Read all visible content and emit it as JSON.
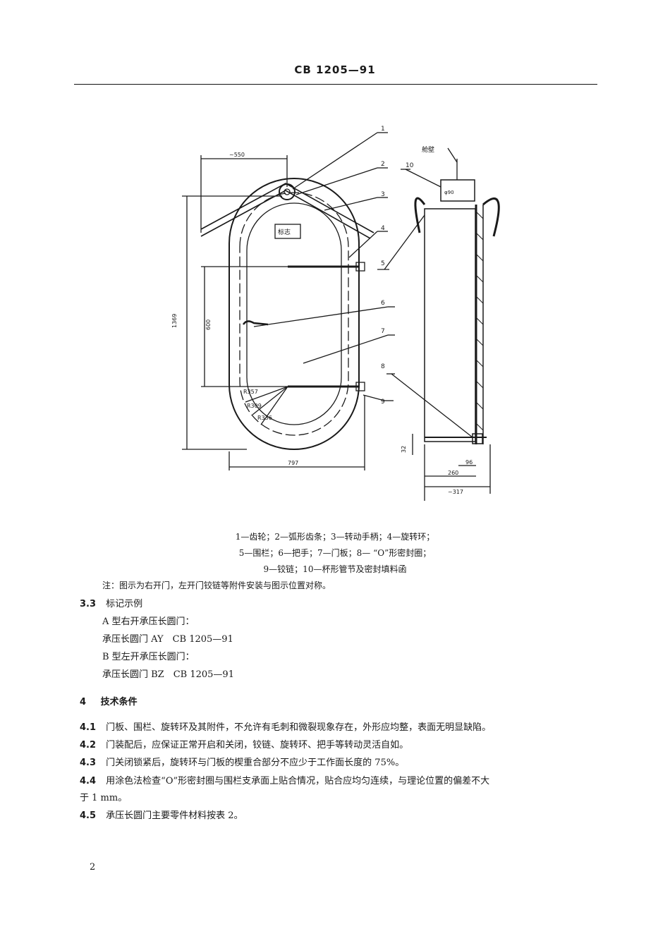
{
  "header": {
    "code": "CB 1205—91"
  },
  "figure": {
    "labels": {
      "l1": "1",
      "l2": "2",
      "l3": "3",
      "l4": "4",
      "l5": "5",
      "l6": "6",
      "l7": "7",
      "l8": "8",
      "l9": "9",
      "l10": "10",
      "mark": "标志",
      "bulkhead": "舱壁",
      "phi": "φ90"
    },
    "dims": {
      "d550": "~550",
      "d1369": "1369",
      "d600": "600",
      "d797": "797",
      "r357": "R357",
      "r309": "R309",
      "r336": "R336",
      "d32": "32",
      "d96": "96",
      "d260": "260",
      "d317": "~317"
    },
    "caption": [
      "1—齿轮；2—弧形齿条；3—转动手柄；4—旋转环；",
      "5—围栏；6—把手；7—门板；8— “O”形密封圈；",
      "9—铰链；10—杯形管节及密封填料函"
    ],
    "note": "注：图示为右开门，左开门铰链等附件安装与图示位置对称。"
  },
  "section33": {
    "num": "3.3",
    "title": "标记示例",
    "lines": [
      "A 型右开承压长圆门：",
      "承压长圆门 AY　CB 1205—91",
      "B 型左开承压长圆门：",
      "承压长圆门 BZ　CB 1205—91"
    ]
  },
  "section4": {
    "num": "4",
    "title": "技术条件",
    "items": [
      {
        "num": "4.1",
        "text": "门板、围栏、旋转环及其附件，不允许有毛刺和微裂现象存在，外形应均整，表面无明显缺陷。"
      },
      {
        "num": "4.2",
        "text": "门装配后，应保证正常开启和关闭，铰链、旋转环、把手等转动灵活自如。"
      },
      {
        "num": "4.3",
        "text": "门关闭锁紧后，旋转环与门板的楔重合部分不应少于工作面长度的 75%。"
      },
      {
        "num": "4.4",
        "text": "用涂色法检查“O”形密封圈与围栏支承面上贴合情况，贴合应均匀连续，与理论位置的偏差不大",
        "cont": "于 1 mm。"
      },
      {
        "num": "4.5",
        "text": "承压长圆门主要零件材料按表 2。"
      }
    ]
  },
  "page_number": "2"
}
